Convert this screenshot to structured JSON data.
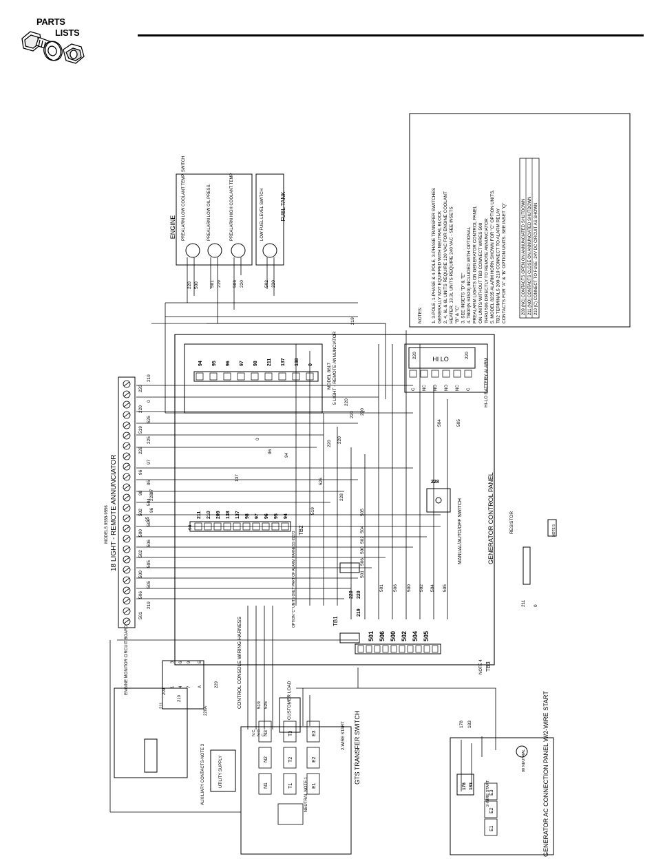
{
  "header": {
    "logo_line1": "PARTS",
    "logo_line2": "LISTS"
  },
  "notes": {
    "title": "NOTES:",
    "lines": [
      "1. 3-POLE, 1-PHASE & 4-POLE, 3-PHASE TRANSFER SWITCHES",
      "GENERALLY NOT EQUIPPED WITH NEUTRAL BLOCK",
      "2. 4, 6L & 6L UNITS REQUIRE 120 VAC FOR ENGINE COOLANT",
      "HEATER. 13.3L UNITS REQUIRE 240 VAC - SEE INSETS",
      "\"B\" & \"C\"",
      "3. SEE INSETS \"D\" & \"E\"",
      "4. TB0P(N 61520) INCLUDED WITH OPTIONAL",
      "PREALARM LIGHTS ON GENERATOR CONTROL PANEL",
      "ON UNITS WITHOUT TB3 CONNECT WIRES 500",
      "THRU 506 DIRECTLY TO REMOTE ANNUNCIATOR",
      "5. MODEL 8235 ALARM HORN SHOWN FOR \"C\" OPTION UNITS.",
      "TB2 TERMINALS 209-210 CONNECT TO ALARM RELAY",
      "CONTACTS FOR \"A\" & \"B\" OPTION UNITS. SEE INSET \"Q\""
    ],
    "table": [
      "209 (NC) CONTACTS OPEN ON ANNUNCIATED SHUTDOWN",
      "211 (NO) CONTACTS CLOSE ON ANNUNCIATED SHUTDOWN",
      "210 (C) CONNECT TO FUSE -24V DC CIRCUIT AS SHOWN"
    ]
  },
  "engine": {
    "title": "ENGINE",
    "sensors": [
      "PREALARM LOW COOLANT TEMP. SWITCH",
      "PREALARM LOW OIL PRESS.",
      "PREALARM HIGH COOLANT TEMP"
    ],
    "wires": [
      "220",
      "500",
      "501",
      "219",
      "506",
      "220"
    ]
  },
  "fuel_tank": {
    "title": "FUEL TANK",
    "sensor": "LOW FUEL LEVEL SWITCH",
    "wires": [
      "502",
      "220"
    ]
  },
  "annunciator_18": {
    "title": "18 LIGHT - REMOTE ANNUNCIATOR",
    "models": "MODELS 9555-9556",
    "wires": [
      "501",
      "219",
      "506",
      "505",
      "500",
      "505",
      "502",
      "506",
      "500",
      "504",
      "502",
      "504",
      "98",
      "95",
      "96",
      "97",
      "228",
      "225",
      "519",
      "525",
      "220",
      "0",
      "220",
      "219"
    ]
  },
  "annunciator_5": {
    "model": "MODEL 8617",
    "title": "5 LIGHT - REMOTE ANNUNCIATOR",
    "wires": [
      "94",
      "95",
      "96",
      "97",
      "98",
      "211",
      "137",
      "138",
      "0"
    ]
  },
  "battery_alarm": {
    "title": "HI-LO BATTERY ALARM",
    "display": "HI LO",
    "terminals": [
      "C",
      "NC",
      "NO",
      "NO",
      "NC",
      "C"
    ],
    "wires": [
      "220",
      "220",
      "504",
      "505"
    ]
  },
  "control_panel": {
    "title": "GENERATOR CONTROL PANEL",
    "tb1": "TB1",
    "tb2": "TB2",
    "tb3": "TB3",
    "tb1_wires": [
      "220",
      "219",
      "220"
    ],
    "tb2_wires": [
      "211",
      "210",
      "209",
      "138",
      "137",
      "98",
      "97",
      "96",
      "95",
      "94"
    ],
    "tb3_wires": [
      "501",
      "506",
      "500",
      "502",
      "504",
      "505"
    ],
    "switch_label": "MANUAL/AUTO/OFF SWITCH",
    "note4": "NOTE 4",
    "resistor": "RESISTOR",
    "note5": "NOTE 5",
    "option_label": "OPTION \"C\" UNITS ONLY PART OF ALARM HARNESS 69373",
    "wire_labels": [
      "219",
      "220",
      "220",
      "220",
      "220",
      "220",
      "0",
      "137",
      "96",
      "94",
      "525",
      "519",
      "228",
      "97",
      "96",
      "228",
      "98",
      "95",
      "505",
      "504",
      "502",
      "500",
      "506",
      "501",
      "501",
      "506",
      "500",
      "502",
      "504",
      "505",
      "211",
      "0",
      "219"
    ]
  },
  "engine_monitor": {
    "title": "ENGINE MONITOR CIRCUIT BOARD",
    "labels": [
      "211",
      "209",
      "210",
      "229",
      "220A",
      "1",
      "4",
      "7",
      "A",
      "3",
      "6",
      "9",
      "E"
    ]
  },
  "harness": {
    "title": "CONTROL CONSOLE WIRING HARNESS"
  },
  "transfer_switch": {
    "title": "GTS TRANSFER SWITCH",
    "utility": "UTILITY SUPPLY",
    "customer_load": "CUSTOMER LOAD",
    "terminals_n": [
      "N1",
      "N2",
      "N3"
    ],
    "terminals_t": [
      "T1",
      "T2",
      "T3"
    ],
    "terminals_e": [
      "E1",
      "E2",
      "E3"
    ],
    "contacts": [
      "N.C.",
      "N.O.",
      "C"
    ],
    "neutral": "NEUTRAL NOTE 1",
    "aux": "AUXILIARY CONTACTS-NOTE 3",
    "two_wire": "2-WIRE START",
    "wires": [
      "519",
      "525",
      "178",
      "183"
    ]
  },
  "gen_ac": {
    "title": "GENERATOR AC CONNECTION PANEL W/2-WIRE START",
    "terminals": [
      "E1",
      "E2",
      "E3"
    ],
    "two_wire": "2-WIRE START",
    "neutral": "00 NEUTRAL",
    "wires": [
      "178",
      "183"
    ]
  }
}
